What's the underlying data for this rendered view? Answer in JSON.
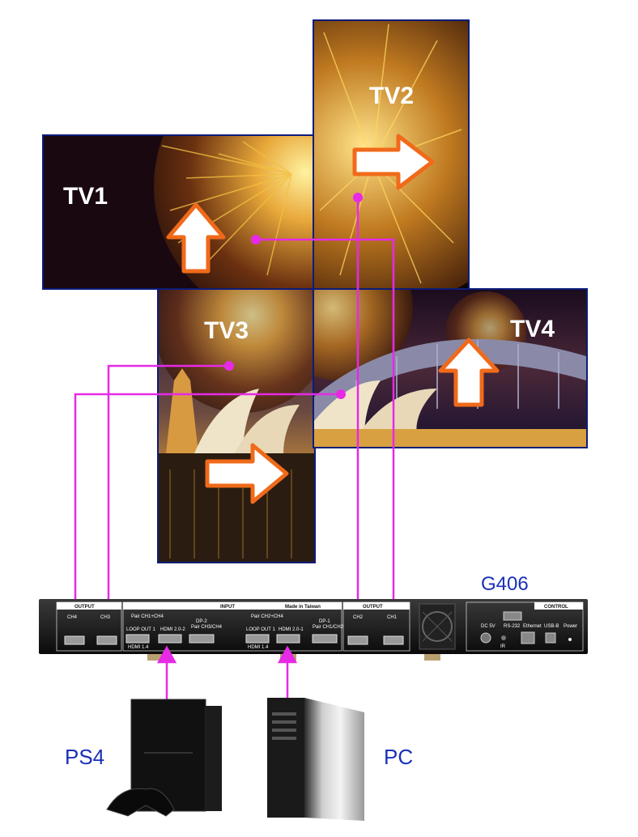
{
  "screens": [
    {
      "id": "tv1",
      "label": "TV1"
    },
    {
      "id": "tv2",
      "label": "TV2"
    },
    {
      "id": "tv3",
      "label": "TV3"
    },
    {
      "id": "tv4",
      "label": "TV4"
    }
  ],
  "device": {
    "model": "G406",
    "output_label": "OUTPUT",
    "input_label": "INPUT",
    "control_label": "CONTROL",
    "output_left_ports": [
      "CH4",
      "CH3"
    ],
    "output_right_ports": [
      "CH2",
      "CH1"
    ],
    "input_group_a": {
      "header": "Pair CH1+CH4",
      "port1": "LOOP OUT 1",
      "port2": "HDMI 2.0-2",
      "sub1": "HDMI 1.4",
      "dp": "DP-2",
      "dp_sub": "Pair CH3/CH4"
    },
    "input_group_b": {
      "header": "Pair CH2+CH4",
      "port1": "LOOP OUT 1",
      "port2": "HDMI 2.0-1",
      "sub1": "HDMI 1.4",
      "dp": "DP-1",
      "dp_sub": "Pair CH1/CH2"
    },
    "made_in": "Made in Taiwan",
    "control_ports": [
      "DC 5V",
      "RS-232",
      "Ethernet",
      "USB-B",
      "Power",
      "IR"
    ]
  },
  "sources": [
    {
      "id": "ps4",
      "label": "PS4"
    },
    {
      "id": "pc",
      "label": "PC"
    }
  ],
  "colors": {
    "cable": "#e62ae6",
    "arrow_fill": "#ffffff",
    "arrow_stroke": "#f06a1a",
    "frame": "#0c1c7a",
    "label": "#1a2fb8"
  }
}
